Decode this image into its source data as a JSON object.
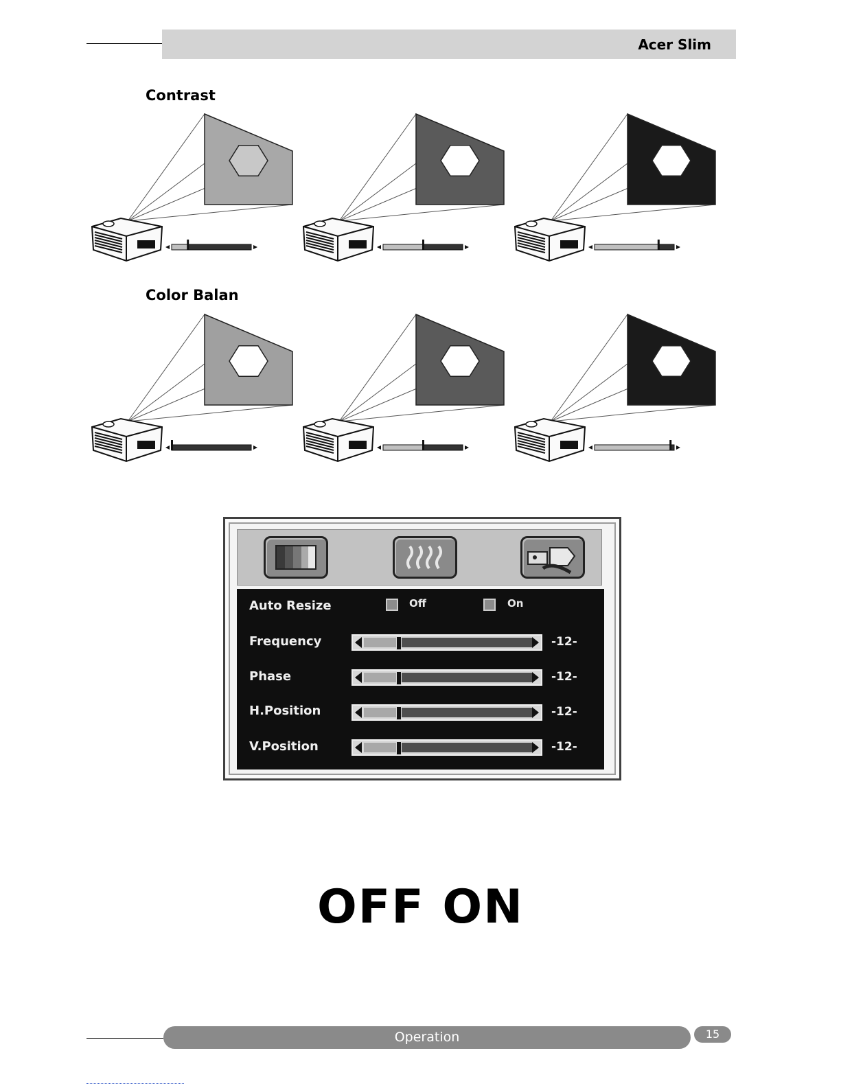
{
  "header": {
    "title": "Acer Slim"
  },
  "sections": {
    "contrast": "Contrast",
    "color_balance": "Color Balan"
  },
  "figures": {
    "contrast": [
      {
        "screen": "#a8a8a8",
        "hex": "#c8c8c8",
        "level": 0.2
      },
      {
        "screen": "#5a5a5a",
        "hex": "#ffffff",
        "level": 0.5
      },
      {
        "screen": "#1a1a1a",
        "hex": "#ffffff",
        "level": 0.8
      }
    ],
    "color_balance": [
      {
        "screen": "#a0a0a0",
        "hex": "#ffffff",
        "level": 0.0
      },
      {
        "screen": "#5a5a5a",
        "hex": "#ffffff",
        "level": 0.5
      },
      {
        "screen": "#1a1a1a",
        "hex": "#ffffff",
        "level": 0.95
      }
    ]
  },
  "osd": {
    "tabs": [
      "color-bars-icon",
      "waves-icon",
      "wrench-tools-icon"
    ],
    "auto_resize": {
      "label": "Auto Resize",
      "off": "Off",
      "on": "On"
    },
    "rows": [
      {
        "label": "Frequency",
        "value": "-12-"
      },
      {
        "label": "Phase",
        "value": "-12-"
      },
      {
        "label": "H.Position",
        "value": "-12-"
      },
      {
        "label": "V.Position",
        "value": "-12-"
      }
    ]
  },
  "big_text": "OFF ON",
  "footer": {
    "section": "Operation",
    "page": "15"
  }
}
